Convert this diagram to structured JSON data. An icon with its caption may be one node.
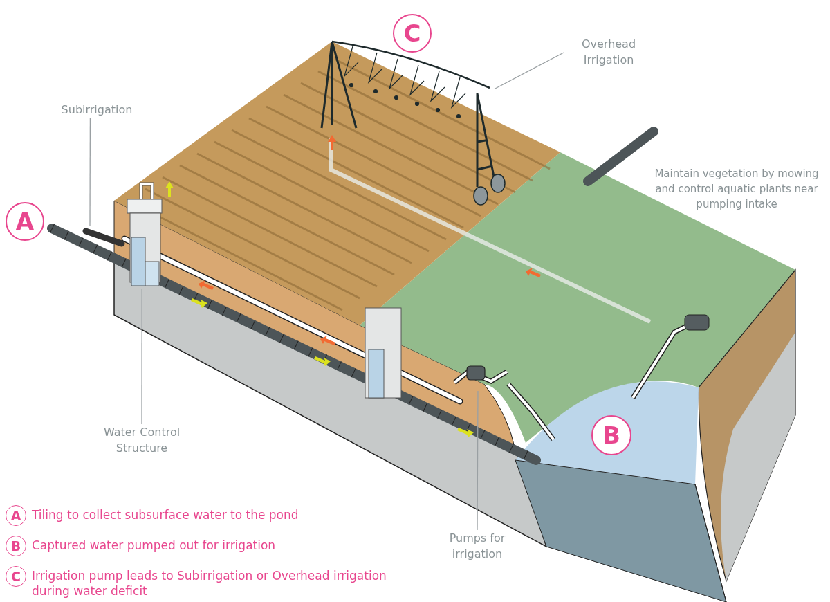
{
  "diagram": {
    "nodes": [
      {
        "text": [
          "C"
        ]
      },
      {
        "text": [
          "Overhead Irrigation"
        ]
      },
      {
        "text": [],
        "shape": "picture"
      },
      {
        "text": [
          "Subirrigation"
        ]
      },
      {
        "text": [],
        "shape": "picture"
      },
      {
        "text": [
          "A"
        ]
      },
      {
        "text": [],
        "shape": "picture"
      },
      {
        "text": [
          "B"
        ]
      },
      {
        "text": [
          "Water Control Structure"
        ]
      },
      {
        "text": [],
        "shape": "picture"
      },
      {
        "text": [
          "Pumps for irrigation"
        ]
      },
      {
        "text": [
          "A"
        ],
        "beside": [
          "Tiling to collect subsurface water to the pond"
        ]
      },
      {
        "text": [
          "B"
        ],
        "beside": [
          "Captured water pumped out for irrigation"
        ]
      },
      {
        "text": [
          "C"
        ],
        "beside": [
          "Irrigation pump leads to Subirrigation or Overhead irrigation during water deficit"
        ]
      }
    ],
    "edges": [
      {
        "from": 1,
        "to": 2,
        "arrow": "none"
      },
      {
        "from": 3,
        "to": 4,
        "arrow": "none"
      },
      {
        "from": 8,
        "to": 6,
        "arrow": "none"
      },
      {
        "from": 10,
        "to": 9,
        "arrow": "none"
      }
    ],
    "labels": [
      "Maintain vegetation by mowing and control aquatic plants near pumping intake"
    ]
  }
}
